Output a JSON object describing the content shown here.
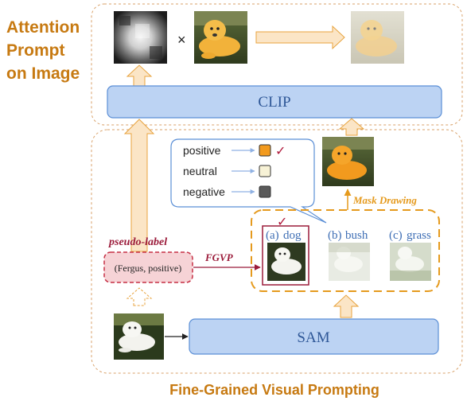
{
  "figure": {
    "attention_title_lines": [
      "Attention",
      "Prompt",
      "on Image"
    ],
    "multiply_symbol": "×",
    "clip_label": "CLIP",
    "sam_label": "SAM",
    "mask_drawing_label": "Mask Drawing",
    "pseudo_label_title": "pseudo-label",
    "pseudo_label_value": "(Fergus, positive)",
    "fgvp_label": "FGVP",
    "bottom_title": "Fine-Grained Visual Prompting",
    "legend": {
      "items": [
        {
          "label": "positive",
          "color": "#f29a1e",
          "checked": true
        },
        {
          "label": "neutral",
          "color": "#f7f2d6",
          "checked": false
        },
        {
          "label": "negative",
          "color": "#5a5a5a",
          "checked": false
        }
      ],
      "check_symbol": "✓"
    },
    "candidates": [
      {
        "prefix": "(a)",
        "name": "dog",
        "selected": true
      },
      {
        "prefix": "(b)",
        "name": "bush",
        "selected": false
      },
      {
        "prefix": "(c)",
        "name": "grass",
        "selected": false
      }
    ],
    "colors": {
      "box_fill": "#bcd3f3",
      "box_stroke": "#5b8fd6",
      "orange": "#c77a12",
      "arrow_fill": "#fbe5c6",
      "arrow_stroke": "#e8a33d",
      "dashed_orange": "#e59a1d",
      "red": "#9b1b3a",
      "blue_text": "#3f6fb5"
    }
  }
}
